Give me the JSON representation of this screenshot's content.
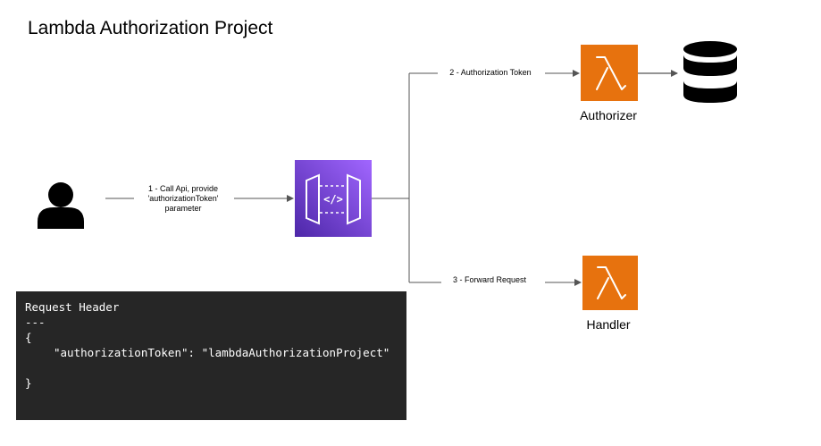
{
  "title": "Lambda Authorization Project",
  "edges": {
    "call_api_label": [
      "1 - Call Api, provide",
      "'authorizationToken'",
      "parameter"
    ],
    "authorization_token_label": "2 - Authorization Token",
    "forward_request_label": "3 - Forward Request"
  },
  "nodes": {
    "user": {
      "icon": "user-icon"
    },
    "api_gateway": {
      "icon": "api-gateway-icon"
    },
    "authorizer": {
      "label": "Authorizer",
      "icon": "lambda-icon"
    },
    "database": {
      "icon": "database-icon"
    },
    "handler": {
      "label": "Handler",
      "icon": "lambda-icon"
    }
  },
  "code_panel": {
    "heading": "Request Header",
    "separator": "---",
    "open_brace": "{",
    "body": "\"authorizationToken\": \"lambdaAuthorizationProject\"",
    "close_brace": "}"
  },
  "colors": {
    "lambda_orange": "#e7720e",
    "api_gateway_purple": "#8a3ed8",
    "code_background": "#262626",
    "edge_line": "#555555"
  }
}
